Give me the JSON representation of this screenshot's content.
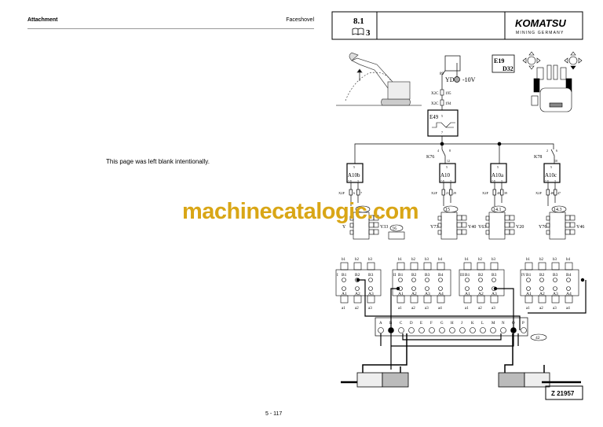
{
  "left_page": {
    "header_left": "Attachment",
    "header_right": "Faceshovel",
    "body_text": "This page was left blank intentionally.",
    "page_number": "5 - 117"
  },
  "right_page": {
    "section": "8.1",
    "book_ref": "3",
    "brand": "KOMATSU",
    "brand_sub": "MINING GERMANY",
    "drawing_number": "Z 21957",
    "watermark": "machinecatalogic.com",
    "diagram": {
      "switch": {
        "pin": "89",
        "valve": "YD",
        "voltage": "-10V"
      },
      "connectors_top": [
        {
          "name": "X2C",
          "pin": "195"
        },
        {
          "name": "X2C",
          "pin": "194"
        }
      ],
      "e49": {
        "name": "E49",
        "pin_in": "5",
        "pin_out": "7"
      },
      "e19": {
        "line1": "E19",
        "line2": "D32"
      },
      "relays": [
        {
          "name": "K76",
          "a": "4",
          "b": "8",
          "c": "12"
        },
        {
          "name": "K78",
          "a": "2",
          "b": "6",
          "c": "10"
        }
      ],
      "amps": [
        {
          "name": "A10b",
          "top": "5",
          "l": "7-8",
          "r": "3",
          "x2f": "X2F",
          "p1": "6",
          "p2": "7"
        },
        {
          "name": "A10",
          "top": "5",
          "l": "7-8",
          "r": "3",
          "x2f": "X2F",
          "p1": "21",
          "p2": "29"
        },
        {
          "name": "A10a",
          "top": "5",
          "l": "7-8",
          "r": "3",
          "x2f": "X2F",
          "p1": "40",
          "p2": "39"
        },
        {
          "name": "A10c",
          "top": "5",
          "l": "7-8",
          "r": "3",
          "x2f": "X2F",
          "p1": "48",
          "p2": "47"
        }
      ],
      "valves": [
        {
          "tag": "",
          "yl": "Y",
          "yr": "Y33"
        },
        {
          "tag": "15",
          "yl": "Y73",
          "yr": "Y40"
        },
        {
          "tag": "14.1",
          "yl": "Y63",
          "yr": "Y20"
        },
        {
          "tag": "14.3",
          "yl": "Y76",
          "yr": "Y46"
        }
      ],
      "tag95": "95",
      "blocks": [
        {
          "roman": "I",
          "b": [
            "b1",
            "b2",
            "b3"
          ],
          "B": [
            "B1",
            "B2",
            "B3"
          ],
          "A": [
            "A1",
            "A2",
            "A3"
          ],
          "a": [
            "a1",
            "a2",
            "a3"
          ]
        },
        {
          "roman": "II",
          "b": [
            "b1",
            "b2",
            "b3",
            "b4"
          ],
          "B": [
            "B1",
            "B2",
            "B3",
            "B4"
          ],
          "A": [
            "A1",
            "A2",
            "A3",
            "A4"
          ],
          "a": [
            "a1",
            "a2",
            "a3",
            "a4"
          ]
        },
        {
          "roman": "III",
          "b": [
            "b1",
            "b2",
            "b3"
          ],
          "B": [
            "B1",
            "B2",
            "B3"
          ],
          "A": [
            "A1",
            "A2",
            "A3"
          ],
          "a": [
            "a1",
            "a2",
            "a3"
          ]
        },
        {
          "roman": "IV",
          "b": [
            "b1",
            "b2",
            "b3",
            "b4"
          ],
          "B": [
            "B1",
            "B2",
            "B3",
            "B4"
          ],
          "A": [
            "A1",
            "A2",
            "A3",
            "A4"
          ],
          "a": [
            "a1",
            "a2",
            "a3",
            "a4"
          ]
        }
      ],
      "terminals": [
        "A",
        "B",
        "C",
        "D",
        "E",
        "F",
        "G",
        "H",
        "J",
        "K",
        "L",
        "M",
        "N",
        "O",
        "P"
      ],
      "tag42": "42"
    }
  }
}
